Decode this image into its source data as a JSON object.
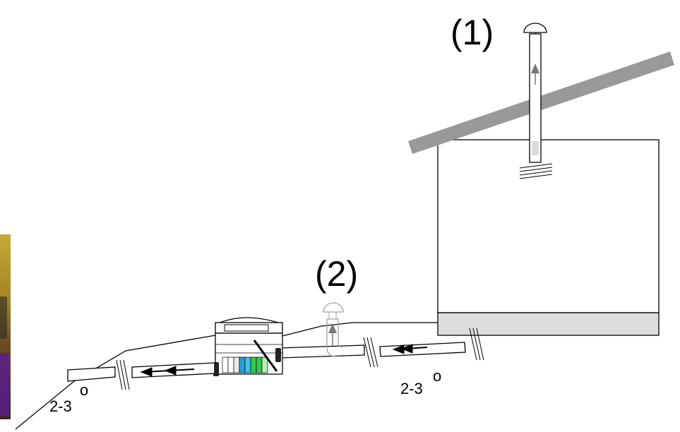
{
  "labels": {
    "vent_roof": "(1)",
    "vent_ground": "(2)",
    "slope_right": "2-3",
    "slope_left": "2-3",
    "degree_symbol": "o"
  },
  "colors": {
    "roof": "#999999",
    "foundation": "#dddddd",
    "line": "#000000",
    "pipe_faded": "#a0a0a0",
    "module_blue": "#2b9bd8",
    "module_cyan": "#38c6df",
    "module_green": "#34c94c",
    "photo_yellow": "#b89a2a",
    "photo_purple": "#5a1f8a"
  },
  "icons": {
    "vent_cap": "mushroom-vent-cap-icon",
    "flow_arrow": "flow-arrow-icon",
    "pipe_break": "pipe-break-hatch-icon"
  }
}
